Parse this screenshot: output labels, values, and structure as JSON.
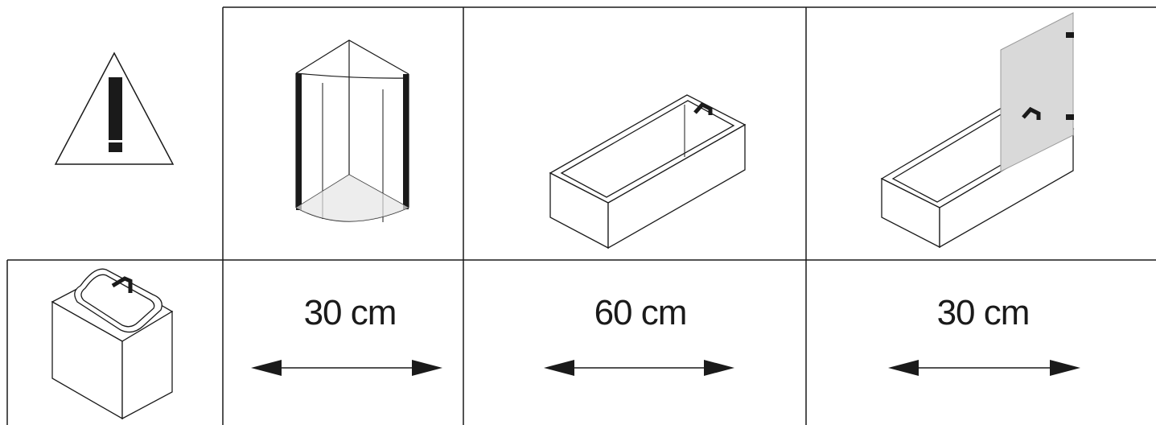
{
  "distances": [
    {
      "value": 30,
      "unit": "cm",
      "label": "30 cm"
    },
    {
      "value": 60,
      "unit": "cm",
      "label": "60 cm"
    },
    {
      "value": 30,
      "unit": "cm",
      "label": "30 cm"
    }
  ],
  "icons": {
    "warning": "warning-triangle-icon",
    "shower": "shower-enclosure-icon",
    "bathtub": "bathtub-icon",
    "bathtub_screen": "bathtub-with-screen-icon",
    "washbasin": "washbasin-icon",
    "arrow": "double-arrow-icon"
  },
  "colors": {
    "line": "#1a1a1a",
    "glass": "#d9d9d9",
    "fill": "#ffffff"
  }
}
